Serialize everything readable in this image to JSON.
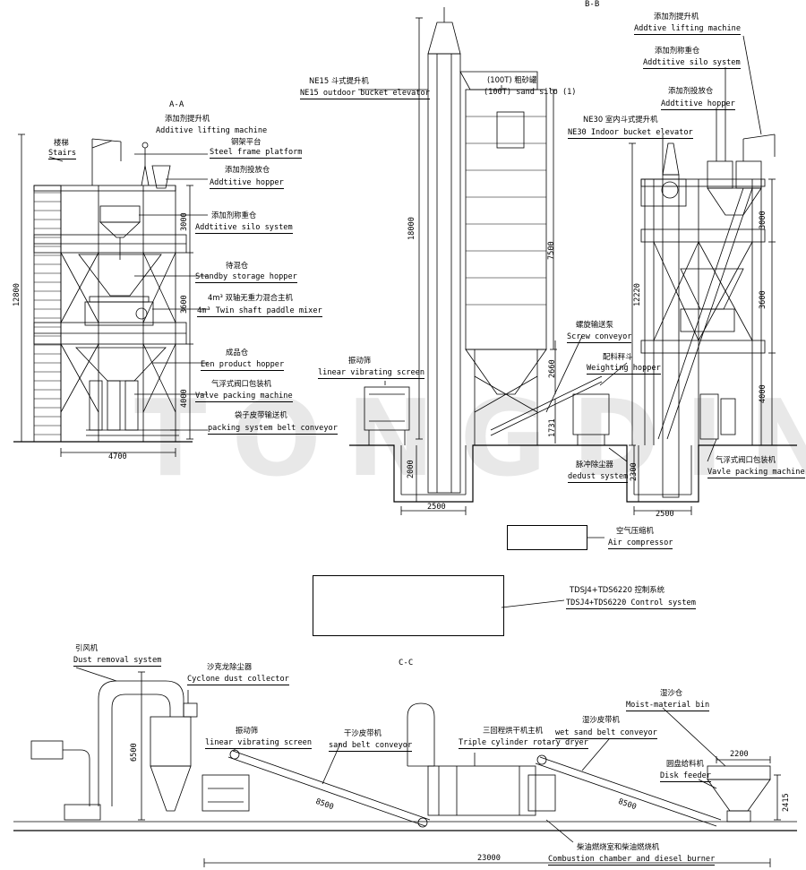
{
  "watermark": "TONGDING",
  "sections": {
    "aa": "A-A",
    "bb": "B-B",
    "cc": "C-C"
  },
  "labels": {
    "additive_lifting_machine_aa_cn": "添加剂提升机",
    "additive_lifting_machine_aa_en": "Additive lifting machine",
    "stairs_cn": "楼梯",
    "stairs_en": "Stairs",
    "steel_frame_cn": "钢架平台",
    "steel_frame_en": "Steel frame platform",
    "additive_hopper_aa_cn": "添加剂投放仓",
    "additive_hopper_aa_en": "Addtitive hopper",
    "additive_silo_aa_cn": "添加剂称重仓",
    "additive_silo_aa_en": "Addtitive silo system",
    "standby_hopper_cn": "待混仓",
    "standby_hopper_en": "Standby storage hopper",
    "mixer_cn": "4m³ 双轴无重力混合主机",
    "mixer_en": "4m³ Twin  shaft paddle mixer",
    "product_hopper_cn": "成品仓",
    "product_hopper_en": "Een product hopper",
    "valve_packing_aa_cn": "气浮式阀口包装机",
    "valve_packing_aa_en": "Valve packing machine",
    "packing_belt_cn": "袋子皮带输送机",
    "packing_belt_en": "packing system belt conveyor",
    "ne15_cn": "NE15 斗式提升机",
    "ne15_en": "NE15 outdoor bucket elevator",
    "sand_silo_cn": "(100T) 粗砂罐",
    "sand_silo_en": "(100T) sand silo (1)",
    "vib_screen_bb_cn": "振动筛",
    "vib_screen_bb_en": "linear vibrating screen",
    "screw_conveyor_cn": "螺旋输送泵",
    "screw_conveyor_en": "Screw conveyor",
    "weighting_hopper_cn": "配料秤斗",
    "weighting_hopper_en": "Weighting hopper",
    "dedust_cn": "脉冲除尘器",
    "dedust_en": "dedust system",
    "additive_lifting_bb_cn": "添加剂提升机",
    "additive_lifting_bb_en": "Addtive lifting machine",
    "additive_silo_bb_cn": "添加剂称重仓",
    "additive_silo_bb_en": "Addtitive silo system",
    "additive_hopper_bb_cn": "添加剂投放仓",
    "additive_hopper_bb_en": "Addtitive hopper",
    "ne30_cn": "NE30 室内斗式提升机",
    "ne30_en": "NE30 Indoor bucket elevator",
    "valve_packing_bb_cn": "气浮式阀口包装机",
    "valve_packing_bb_en": "Vavle packing machine",
    "air_compressor_cn": "空气压缩机",
    "air_compressor_en": "Air compressor",
    "control_cn": "TDSJ4+TDS6220 控制系统",
    "control_en": "TDSJ4+TDS6220 Control system",
    "dust_removal_cn": "引风机",
    "dust_removal_en": "Dust removal system",
    "cyclone_cn": "沙克龙除尘器",
    "cyclone_en": "Cyclone dust collector",
    "vib_screen_cc_cn": "振动筛",
    "vib_screen_cc_en": "linear vibrating screen",
    "sand_belt_cn": "干沙皮带机",
    "sand_belt_en": "sand belt conveyor",
    "dryer_cn": "三回程烘干机主机",
    "dryer_en": "Triple cylinder rotary dryer",
    "wet_belt_cn": "湿沙皮带机",
    "wet_belt_en": "wet sand belt conveyor",
    "moist_bin_cn": "湿沙仓",
    "moist_bin_en": "Moist-material bin",
    "disk_feeder_cn": "圆盘给料机",
    "disk_feeder_en": "Disk feeder",
    "burner_cn": "柴油燃烧室和柴油燃烧机",
    "burner_en": "Combustion chamber and diesel burner"
  },
  "dimensions": {
    "aa_12800": "12800",
    "aa_3000": "3000",
    "aa_3600": "3600",
    "aa_4000": "4000",
    "aa_4700": "4700",
    "bb_18000": "18000",
    "bb_7500": "7500",
    "bb_2660": "2660",
    "bb_1731": "1731",
    "bb_2000": "2000",
    "bb_2500_left": "2500",
    "bb_12220": "12220",
    "bb_3000": "3000",
    "bb_3600": "3600",
    "bb_4000": "4000",
    "bb_2300": "2300",
    "bb_2500_right": "2500",
    "cc_6500": "6500",
    "cc_8500_left": "8500",
    "cc_8500_right": "8500",
    "cc_2200": "2200",
    "cc_2415": "2415",
    "cc_23000": "23000"
  }
}
